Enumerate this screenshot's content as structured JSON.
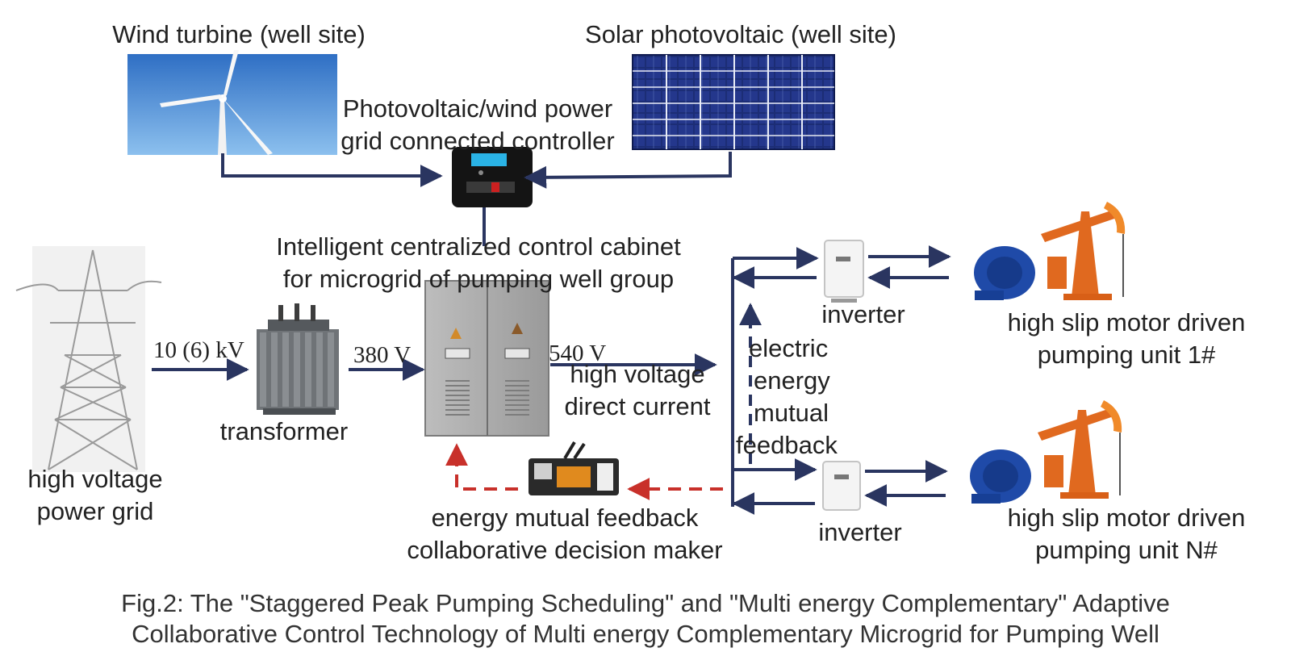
{
  "labels": {
    "wind_turbine": "Wind turbine (well site)",
    "solar_pv": "Solar photovoltaic (well site)",
    "controller_line1": "Photovoltaic/wind power",
    "controller_line2": "grid connected controller",
    "cabinet_line1": "Intelligent centralized control cabinet",
    "cabinet_line2": "for microgrid of pumping well group",
    "grid_line1": "high voltage",
    "grid_line2": "power grid",
    "voltage_10kv": "10 (6) kV",
    "voltage_380": "380 V",
    "voltage_540": "540 V",
    "transformer": "transformer",
    "hvdc_line1": "high voltage",
    "hvdc_line2": "direct current",
    "feedback_line1": "electric",
    "feedback_line2": "energy",
    "feedback_line3": "mutual",
    "feedback_line4": "feedback",
    "inverter_1": "inverter",
    "inverter_n": "inverter",
    "unit1_line1": "high slip motor driven",
    "unit1_line2": "pumping unit 1#",
    "unitn_line1": "high slip motor driven",
    "unitn_line2": "pumping unit N#",
    "decision_line1": "energy mutual feedback",
    "decision_line2": "collaborative decision maker"
  },
  "caption": {
    "line1": "Fig.2:  The \"Staggered Peak Pumping Scheduling\" and \"Multi energy Complementary\" Adaptive",
    "line2": "Collaborative Control Technology of Multi energy Complementary Microgrid for Pumping Well"
  },
  "colors": {
    "arrow": "#2a3560",
    "feedback": "#c8302a",
    "sky": "#4f8fd6",
    "panel": "#1a2a6b",
    "cabinet": "#a9a9a9",
    "motor": "#1f4aa8",
    "pump": "#e0691f"
  }
}
